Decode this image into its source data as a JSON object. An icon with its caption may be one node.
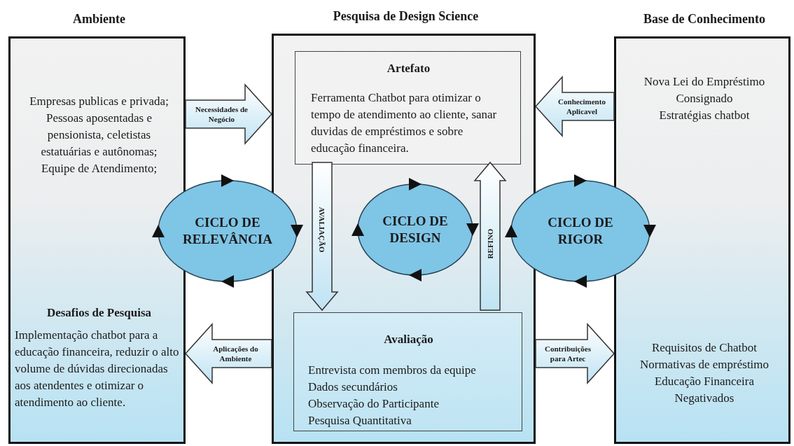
{
  "diagram": {
    "nodes": [
      {
        "text": [
          "Ambiente",
          "Empresas publicas e privada; Pessoas aposentadas e pensionista, celetistas estatuárias e autônomas; Equipe de Atendimento;",
          "Desafios de Pesquisa",
          "Implementação chatbot para a educação financeira, reduzir o alto volume de dúvidas direcionadas aos atendentes e otimizar o atendimento ao cliente."
        ]
      },
      {
        "text": [
          "Pesquisa de Design Science"
        ]
      },
      {
        "text": [
          "Artefato",
          "Ferramenta Chatbot para otimizar o tempo de atendimento ao cliente, sanar duvidas de empréstimos e sobre educação financeira."
        ],
        "in": 1
      },
      {
        "text": [
          "Avaliação",
          "Entrevista com membros da equipe",
          "Dados secundários",
          "Observação do Participante",
          "Pesquisa Quantitativa"
        ],
        "in": 1
      },
      {
        "text": [
          "Base de Conhecimento",
          "Nova Lei do Empréstimo Consignado",
          "Estratégias chatbot",
          "Requisitos de Chatbot",
          "Normativas de empréstimo",
          "Educação Financeira",
          "Negativados"
        ]
      },
      {
        "text": [
          "CICLO DE RELEVÂNCIA"
        ]
      },
      {
        "text": [
          "CICLO DE DESIGN"
        ],
        "in": 1
      },
      {
        "text": [
          "CICLO DE RIGOR"
        ]
      }
    ],
    "edges": [
      {
        "from": 0,
        "to": 1,
        "arrow": "to",
        "label": "Necessidades de Negócio"
      },
      {
        "from": 4,
        "to": 1,
        "arrow": "to",
        "label": "Conhecimento Aplicavel"
      },
      {
        "from": 1,
        "to": 0,
        "arrow": "to",
        "label": "Aplicações do Ambiente"
      },
      {
        "from": 1,
        "to": 4,
        "arrow": "to",
        "label": "Contribuições para Artec"
      },
      {
        "from": 2,
        "to": 3,
        "arrow": "to",
        "label": "AVALIAÇÃO"
      },
      {
        "from": 3,
        "to": 2,
        "arrow": "to",
        "label": "REFINO"
      }
    ]
  }
}
